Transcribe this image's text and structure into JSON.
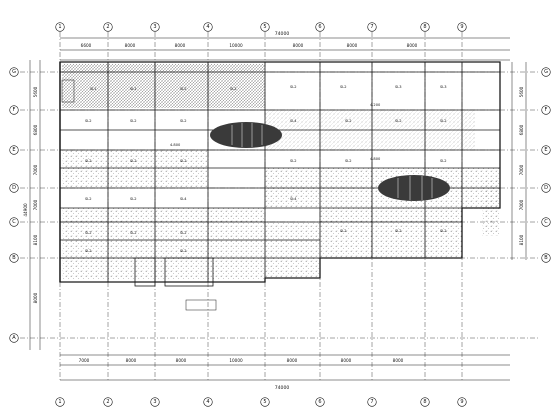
{
  "drawing": {
    "overall_length": "74000",
    "overall_depth": "44900",
    "bay_dims_top": [
      "6600",
      "8000",
      "8000",
      "10000",
      "8000",
      "8000",
      "8000"
    ],
    "bay_dims_bottom": [
      "7000",
      "8000",
      "8000",
      "10000",
      "8000",
      "8000",
      "8000"
    ],
    "left_dims": [
      "5600",
      "6800",
      "7000",
      "7000",
      "8100",
      "8000"
    ],
    "axis_cols": [
      "1",
      "2",
      "3",
      "4",
      "5",
      "6",
      "7",
      "8",
      "9"
    ],
    "axis_rows": [
      "A",
      "B",
      "C",
      "D",
      "E",
      "F",
      "G"
    ],
    "elevations": [
      "4.800",
      "4.200",
      "4.800"
    ],
    "slab_mark": "SL2",
    "slab_mark_alt": "SL1",
    "slab_mark_3": "SL3",
    "slab_mark_4": "SL4",
    "hatch_colors": {
      "dense": "#9a9a9a",
      "dot": "#c8c8c8"
    }
  }
}
